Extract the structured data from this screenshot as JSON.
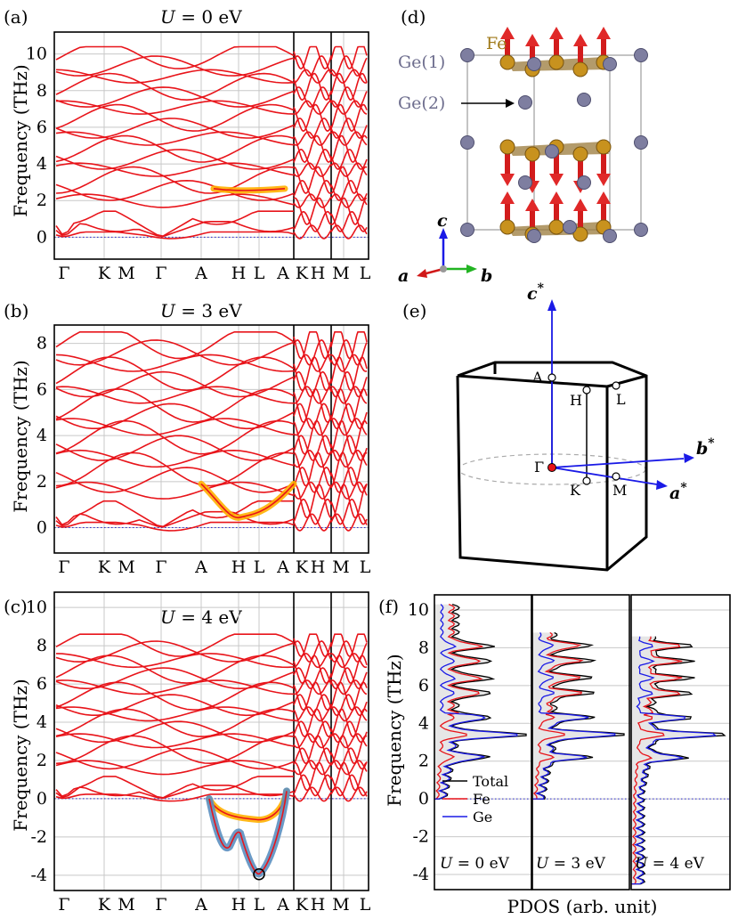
{
  "panels": {
    "a": {
      "label": "(a)",
      "title_var": "U",
      "title_rest": " = 0 eV",
      "ylabel": "Frequency (THz)",
      "yticks": [
        "0",
        "2",
        "4",
        "6",
        "8",
        "10"
      ],
      "ymin": -1.2,
      "ymax": 11.2
    },
    "b": {
      "label": "(b)",
      "title_var": "U",
      "title_rest": " = 3 eV",
      "ylabel": "Frequency (THz)",
      "yticks": [
        "0",
        "2",
        "4",
        "6",
        "8"
      ],
      "ymin": -1.1,
      "ymax": 8.8
    },
    "c": {
      "label": "(c)",
      "title_var": "U",
      "title_rest": " = 4 eV",
      "ylabel": "Frequency (THz)",
      "yticks": [
        "-4",
        "-2",
        "0",
        "2",
        "4",
        "6",
        "8",
        "10"
      ],
      "ymin": -4.8,
      "ymax": 10.8
    },
    "d": {
      "label": "(d)",
      "fe_label": "Fe",
      "ge1_label": "Ge(1)",
      "ge2_label": "Ge(2)",
      "axis_c": "c",
      "axis_a": "a",
      "axis_b": "b"
    },
    "e": {
      "label": "(e)",
      "cstar": "c",
      "bstar": "b",
      "astar": "a",
      "star": "*",
      "points": [
        "A",
        "H",
        "L",
        "Γ",
        "K",
        "M"
      ]
    },
    "f": {
      "label": "(f)",
      "ylabel": "Frequency (THz)",
      "xlabel": "PDOS (arb. unit)",
      "yticks": [
        "-4",
        "-2",
        "0",
        "2",
        "4",
        "6",
        "8",
        "10"
      ],
      "subpanels": [
        {
          "var": "U",
          "rest": " = 0 eV"
        },
        {
          "var": "U",
          "rest": " = 3 eV"
        },
        {
          "var": "U",
          "rest": " = 4 eV"
        }
      ],
      "legend": [
        "Total",
        "Fe",
        "Ge"
      ]
    }
  },
  "kpath_labels": [
    "Γ",
    "K",
    "M",
    "Γ",
    "A",
    "H",
    "L",
    "A",
    "K",
    "H",
    "M",
    "L"
  ],
  "colors": {
    "band": "#e8141a",
    "highlight_orange": "#ffb000",
    "highlight_blue": "#5b8fc0",
    "total": "#000000",
    "fe": "#e8141a",
    "ge": "#1a1ae6",
    "zero_line": "#2b2bd0"
  }
}
